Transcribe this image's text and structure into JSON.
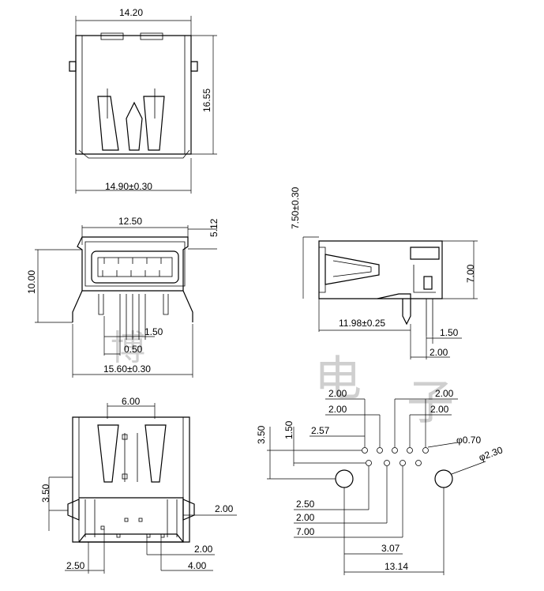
{
  "watermark": {
    "text1": "博",
    "text2": "电",
    "text3": "子"
  },
  "top_view": {
    "top_width": "14.20",
    "height": "16.55",
    "bottom_width": "14.90±0.30"
  },
  "front_view": {
    "top_width": "12.50",
    "top_height": "5.12",
    "height": "10.00",
    "pin_pitch": "1.50",
    "pin_offset": "0.50",
    "total_width": "15.60±0.30"
  },
  "side_view": {
    "height_tol": "7.50±0.30",
    "body_height": "7.00",
    "length": "11.98±0.25",
    "pin_gap": "1.50",
    "pin_span": "2.00"
  },
  "bottom_view": {
    "slot_width": "6.00",
    "offset_left": "3.50",
    "right_dim": "2.00",
    "pin_dim": "2.00",
    "left_offset": "2.50",
    "pin_span": "4.00"
  },
  "footprint": {
    "row_v1": "3.50",
    "row_v2": "1.50",
    "top_left_a": "2.00",
    "top_left_b": "2.00",
    "top_right_a": "2.00",
    "top_right_b": "2.00",
    "pitch": "2.57",
    "pin_hole": "φ0.70",
    "mount_hole": "φ2.30",
    "b1": "2.50",
    "b2": "2.00",
    "b3": "7.00",
    "b4": "3.07",
    "b5": "13.14"
  }
}
